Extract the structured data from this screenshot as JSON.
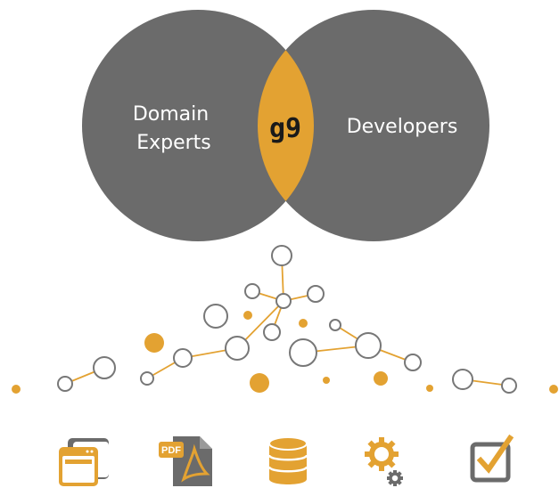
{
  "venn": {
    "left_label_line1": "Domain",
    "left_label_line2": "Experts",
    "right_label": "Developers",
    "center_label": "g9",
    "circle_color": "#6b6b6b",
    "overlap_color": "#e3a232",
    "label_color": "#ffffff"
  },
  "network": {
    "line_color": "#e3a232",
    "node_stroke": "#777777",
    "dot_color": "#e3a232"
  },
  "bottom_icons": [
    {
      "name": "browser-window-icon"
    },
    {
      "name": "pdf-document-icon",
      "text": "PDF"
    },
    {
      "name": "database-icon"
    },
    {
      "name": "settings-gears-icon"
    },
    {
      "name": "checkbox-icon"
    }
  ],
  "colors": {
    "accent": "#e3a232",
    "gray": "#6b6b6b"
  }
}
